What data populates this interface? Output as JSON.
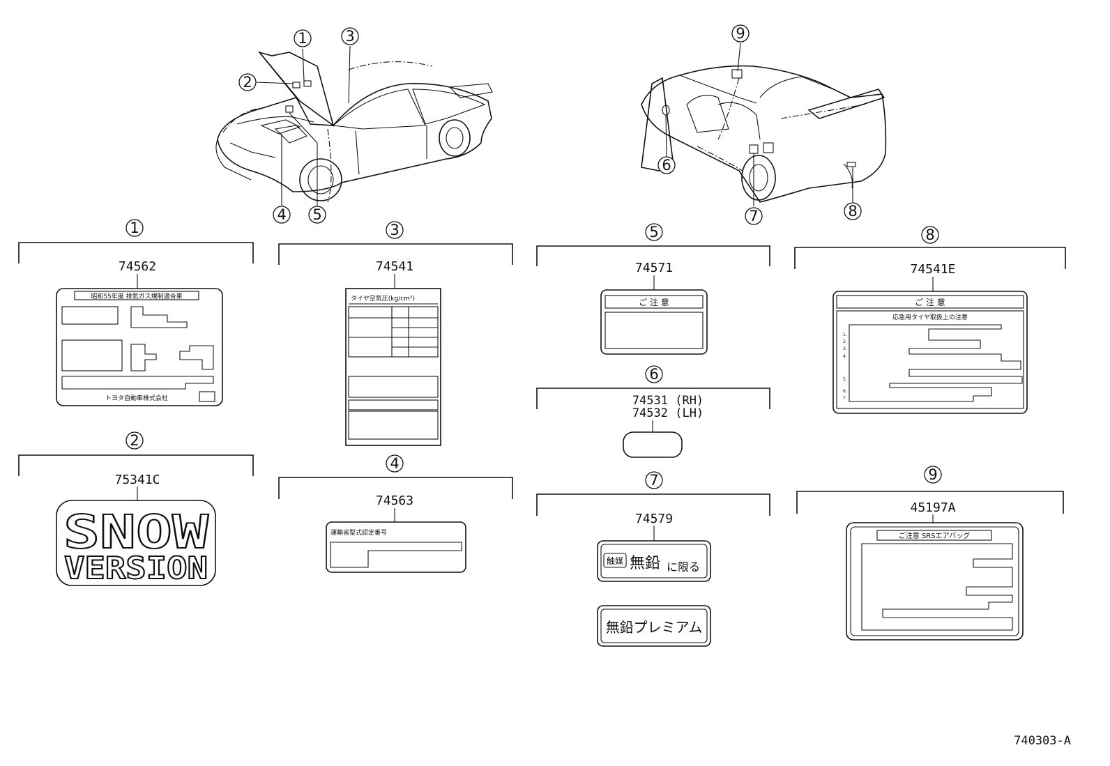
{
  "callouts": [
    "1",
    "2",
    "3",
    "4",
    "5",
    "6",
    "7",
    "8",
    "9"
  ],
  "parts": {
    "p1": "74562",
    "p2": "75341C",
    "p3": "74541",
    "p4": "74563",
    "p5": "74571",
    "p6_rh": "74531 (RH)",
    "p6_lh": "74532 (LH)",
    "p7": "74579",
    "p8": "74541E",
    "p9": "45197A"
  },
  "label_text": {
    "emission_header": "昭和55年度 排気ガス規制適合車",
    "emission_footer": "トヨタ自動車株式会社",
    "tire_header": "タイヤ空気圧(kg/cm²)",
    "type_header": "運輸省型式認定番号",
    "caution": "ご 注 意",
    "temp_tire": "応急用タイヤ取扱上の注意",
    "srs": "ご注意 SRSエアバッグ",
    "catalyst": "触媒",
    "unleaded": "無鉛",
    "limited": "に限る",
    "premium": "無鉛プレミアム",
    "snow_line1": "SNOW",
    "snow_line2": "VERSION",
    "list_numbers": [
      "1.",
      "2.",
      "3.",
      "4.",
      "5.",
      "6.",
      "7."
    ]
  },
  "figure_code": "740303-A"
}
